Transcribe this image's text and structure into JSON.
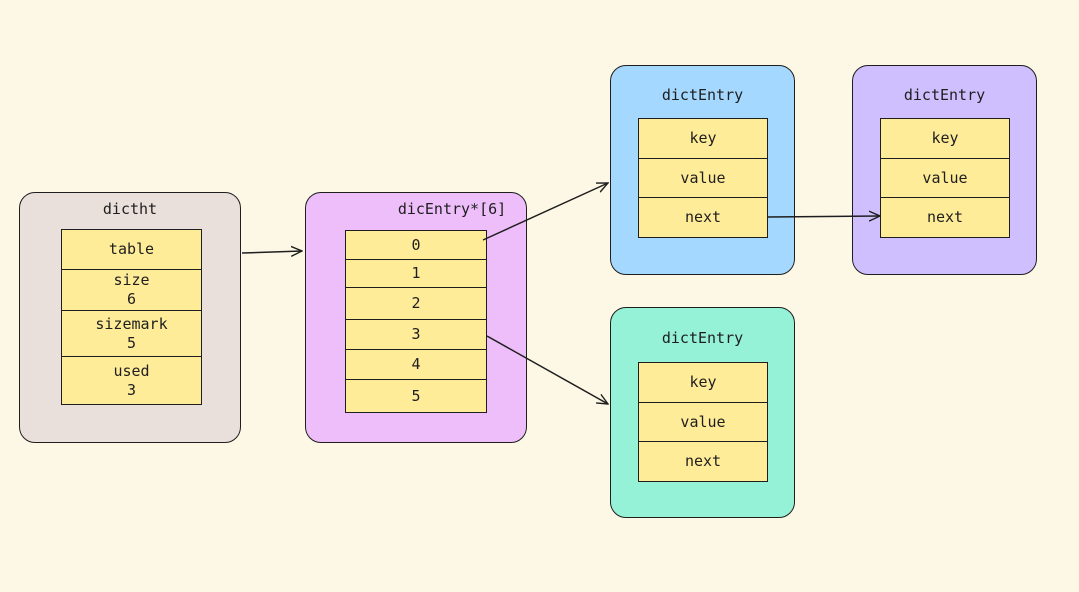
{
  "dictht": {
    "title": "dictht",
    "fields": [
      {
        "label": "table",
        "value": ""
      },
      {
        "label": "size",
        "value": "6"
      },
      {
        "label": "sizemark",
        "value": "5"
      },
      {
        "label": "used",
        "value": "3"
      }
    ]
  },
  "table_array": {
    "title": "dicEntry*[6]",
    "slots": [
      "0",
      "1",
      "2",
      "3",
      "4",
      "5"
    ]
  },
  "entries": [
    {
      "title": "dictEntry",
      "key": "key",
      "value": "value",
      "next": "next"
    },
    {
      "title": "dictEntry",
      "key": "key",
      "value": "value",
      "next": "next"
    },
    {
      "title": "dictEntry",
      "key": "key",
      "value": "value",
      "next": "next"
    }
  ],
  "colors": {
    "background": "#fdf8e6",
    "dictht_fill": "#e9dfdb",
    "array_fill": "#eebefa",
    "entry_blue_fill": "#a5d8ff",
    "entry_purple_fill": "#d0bfff",
    "entry_green_fill": "#96f2d7",
    "cell_fill": "#ffec99",
    "stroke": "#1e1e1e"
  }
}
